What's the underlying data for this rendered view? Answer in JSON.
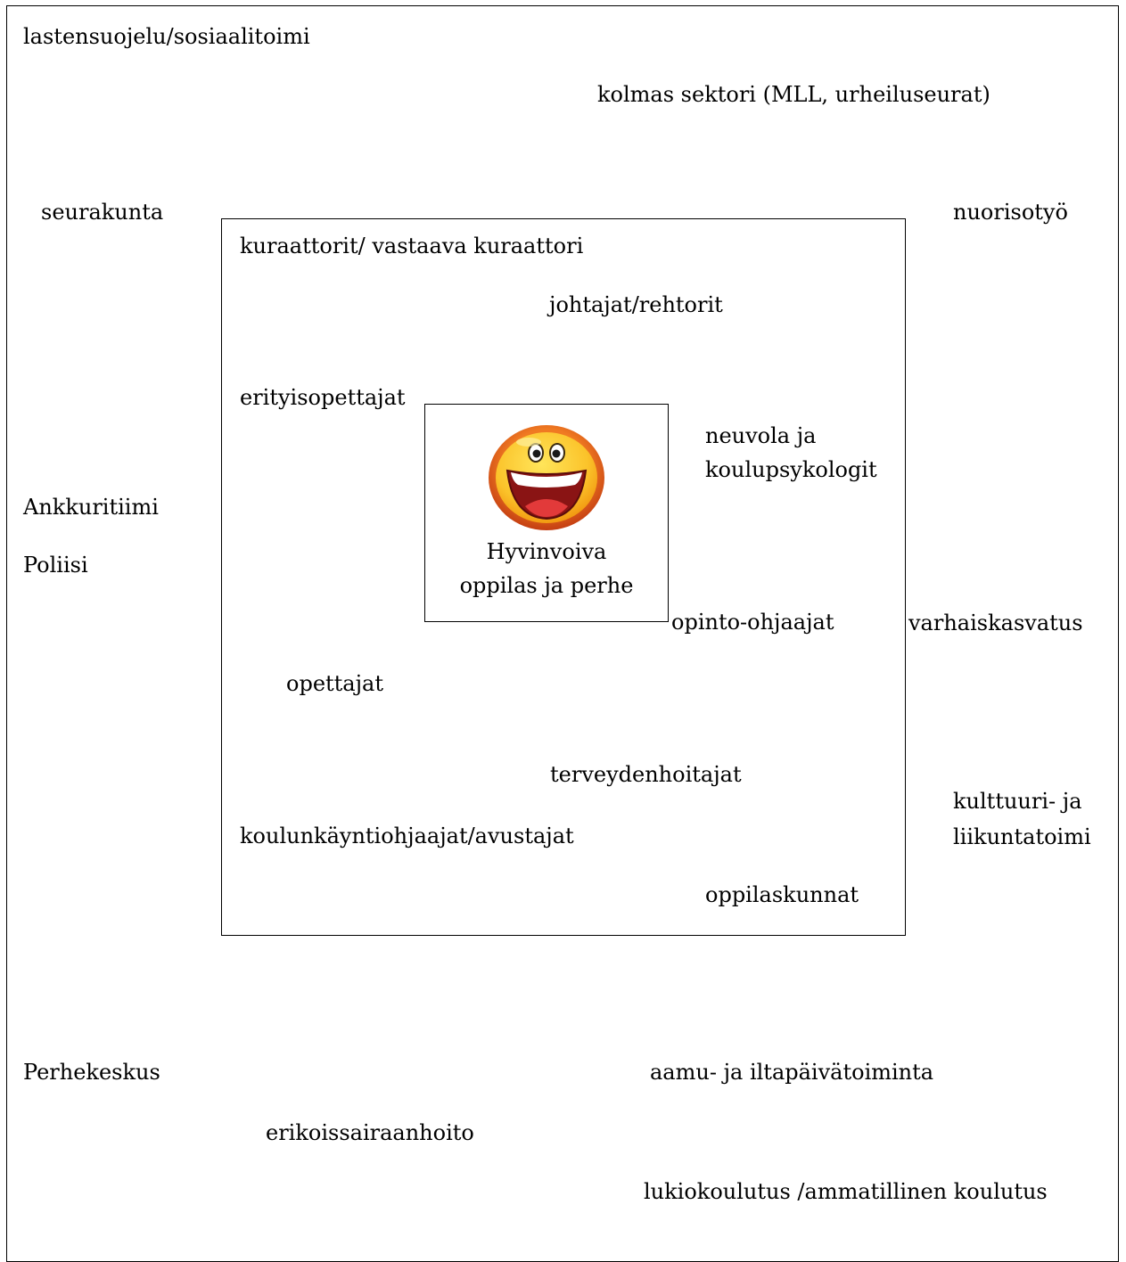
{
  "diagram": {
    "outer_ring": {
      "lastensuojelu": "lastensuojelu/sosiaalitoimi",
      "kolmas_sektori": "kolmas sektori (MLL, urheiluseurat)",
      "seurakunta": "seurakunta",
      "nuorisotyo": "nuorisotyö",
      "ankkuritiimi": "Ankkuritiimi",
      "poliisi": "Poliisi",
      "varhaiskasvatus": "varhaiskasvatus",
      "kulttuuri_line1": "kulttuuri- ja",
      "kulttuuri_line2": "liikuntatoimi",
      "perhekeskus": "Perhekeskus",
      "aamu_iltapaiva": "aamu- ja iltapäivätoiminta",
      "erikoissairaanhoito": "erikoissairaanhoito",
      "lukiokoulutus": "lukiokoulutus /ammatillinen koulutus"
    },
    "school_ring": {
      "kuraattorit": "kuraattorit/ vastaava kuraattori",
      "johtajat": "johtajat/rehtorit",
      "erityisopettajat": "erityisopettajat",
      "neuvola_line1": "neuvola ja",
      "neuvola_line2": "koulupsykologit",
      "opinto_ohjaajat": "opinto-ohjaajat",
      "opettajat": "opettajat",
      "terveydenhoitajat": "terveydenhoitajat",
      "koulunkayntiohjaajat": "koulunkäyntiohjaajat/avustajat",
      "oppilaskunnat": "oppilaskunnat"
    },
    "center": {
      "line1": "Hyvinvoiva",
      "line2": "oppilas ja perhe",
      "icon": "laughing-smiley-icon"
    }
  },
  "colors": {
    "smiley_ring": "#d8541a",
    "smiley_face": "#fbc32a",
    "smiley_mouth": "#8a1414",
    "smiley_tongue": "#e23a3a"
  }
}
